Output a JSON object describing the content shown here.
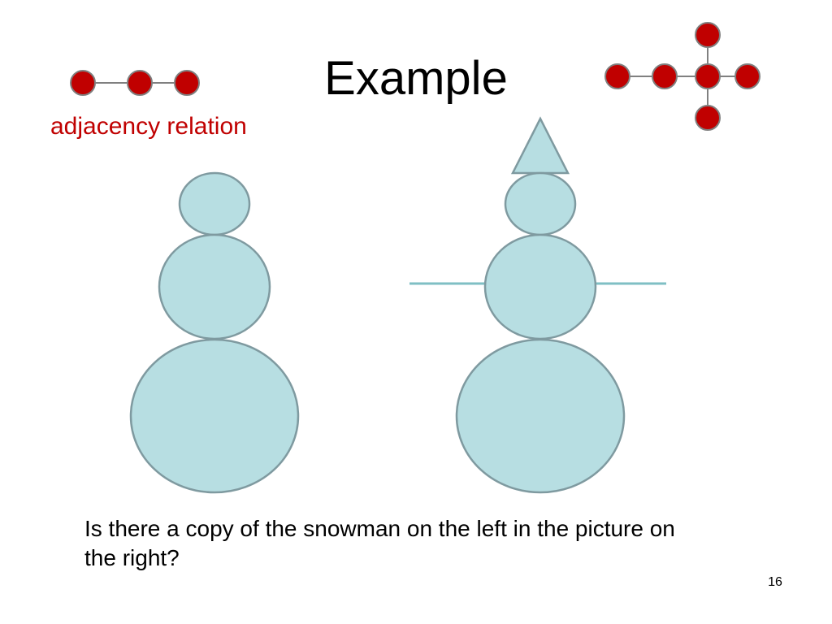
{
  "slide": {
    "title": "Example",
    "adjacency_label": "adjacency relation",
    "question": "Is there a copy of the snowman on the left in the picture on the right?",
    "page_number": "16"
  },
  "colors": {
    "node_fill": "#c00000",
    "node_stroke": "#7f7f7f",
    "snow_fill": "#b7dee2",
    "snow_stroke": "#7f9aa0",
    "arm_color": "#7fbfc4",
    "label_red": "#c00000"
  }
}
